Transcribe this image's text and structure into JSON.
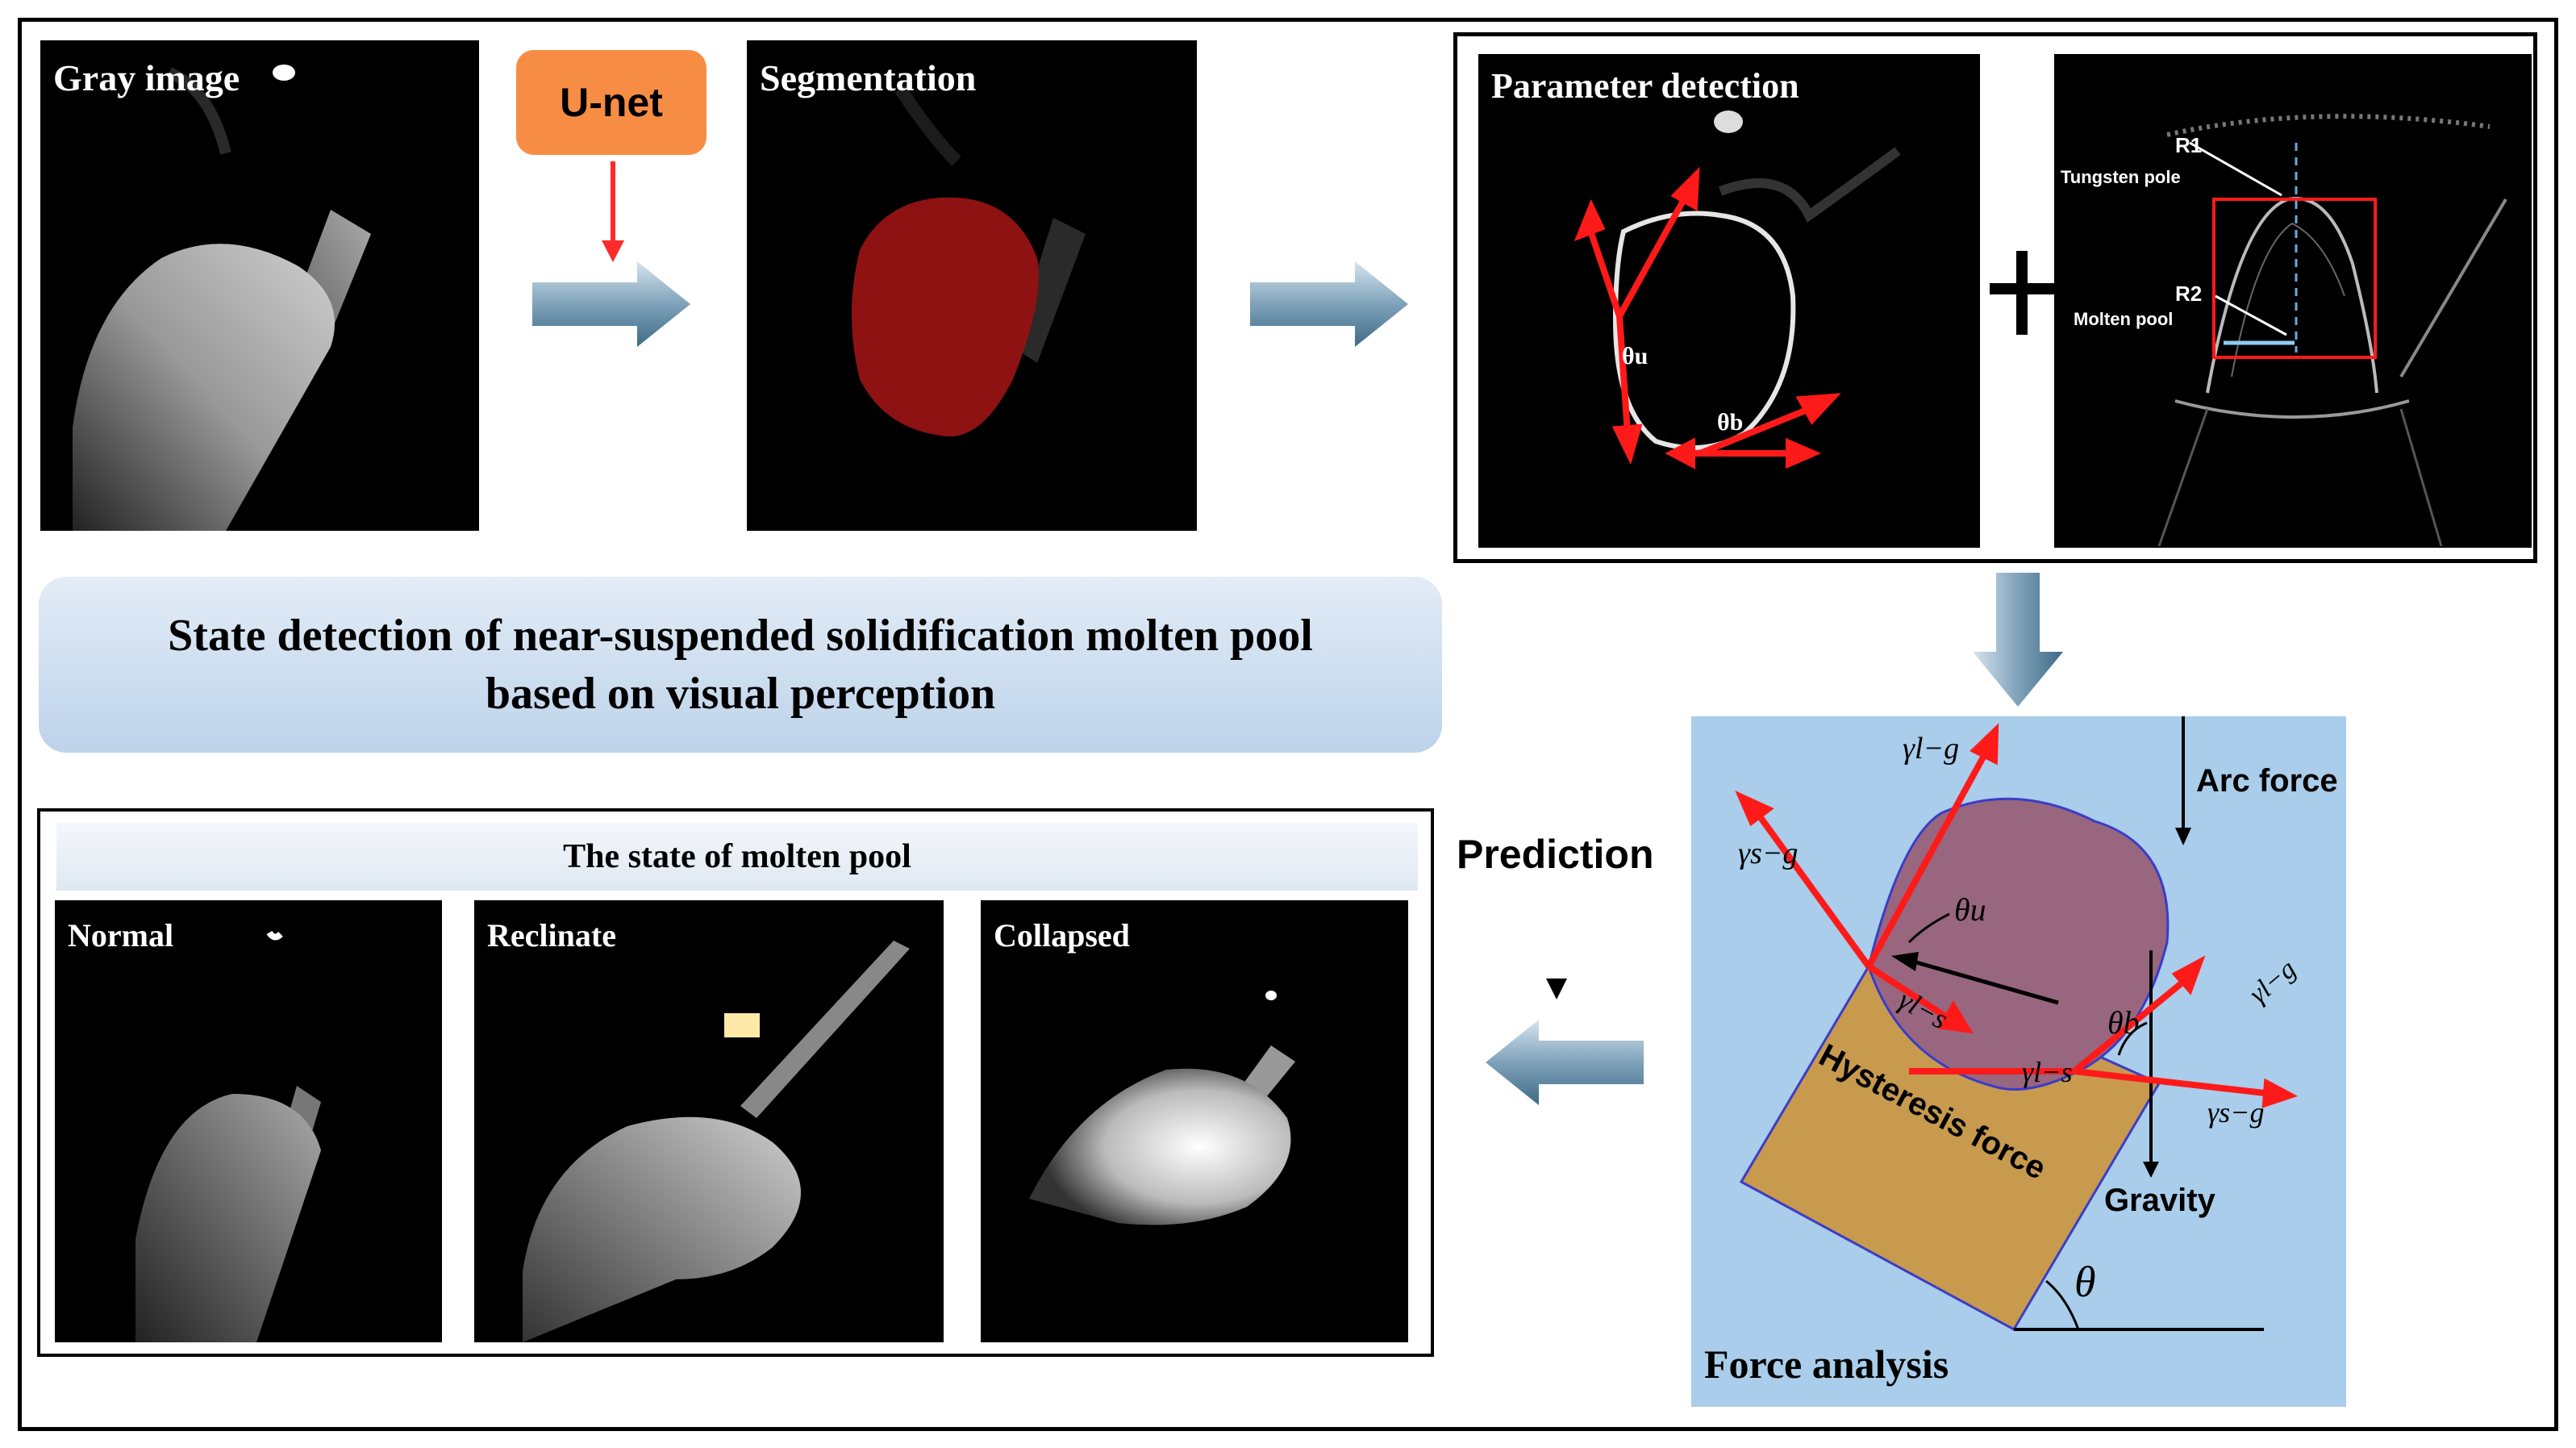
{
  "top_row": {
    "gray_image_title": "Gray image",
    "unet_label": "U-net",
    "segmentation_title": "Segmentation",
    "parameter_detection_title": "Parameter detection",
    "theta_u_label": "θu",
    "theta_b_label": "θb",
    "r1_label": "R1",
    "tungsten_label": "Tungsten pole",
    "r2_label": "R2",
    "molten_pool_label": "Molten pool"
  },
  "summary": {
    "line1": "State detection of near-suspended solidification molten pool",
    "line2": "based on visual perception"
  },
  "states": {
    "header": "The state of  molten pool",
    "normal": "Normal",
    "reclinate": "Reclinate",
    "collapsed": "Collapsed"
  },
  "prediction_label": "Prediction",
  "force_analysis": {
    "title": "Force analysis",
    "arc_force": "Arc force",
    "gravity": "Gravity",
    "hysteresis": "Hysteresis force",
    "gamma_lg_top": "γl−g",
    "gamma_sg_left": "γs−g",
    "gamma_ls_left": "γl−s",
    "gamma_ls_bottom": "γl−s",
    "gamma_lg_right": "γl−g",
    "gamma_sg_right": "γs−g",
    "theta_u": "θu",
    "theta_b": "θb",
    "theta": "θ"
  },
  "colors": {
    "arrow_red": "#ff1a1a",
    "unet_orange": "#f78d44",
    "pool_segment": "#8e1212",
    "force_bg": "#a9cdea",
    "base_block": "#c79a4e",
    "molten_pool": "#98667e",
    "flow_arrow": "#7fa2ba"
  }
}
